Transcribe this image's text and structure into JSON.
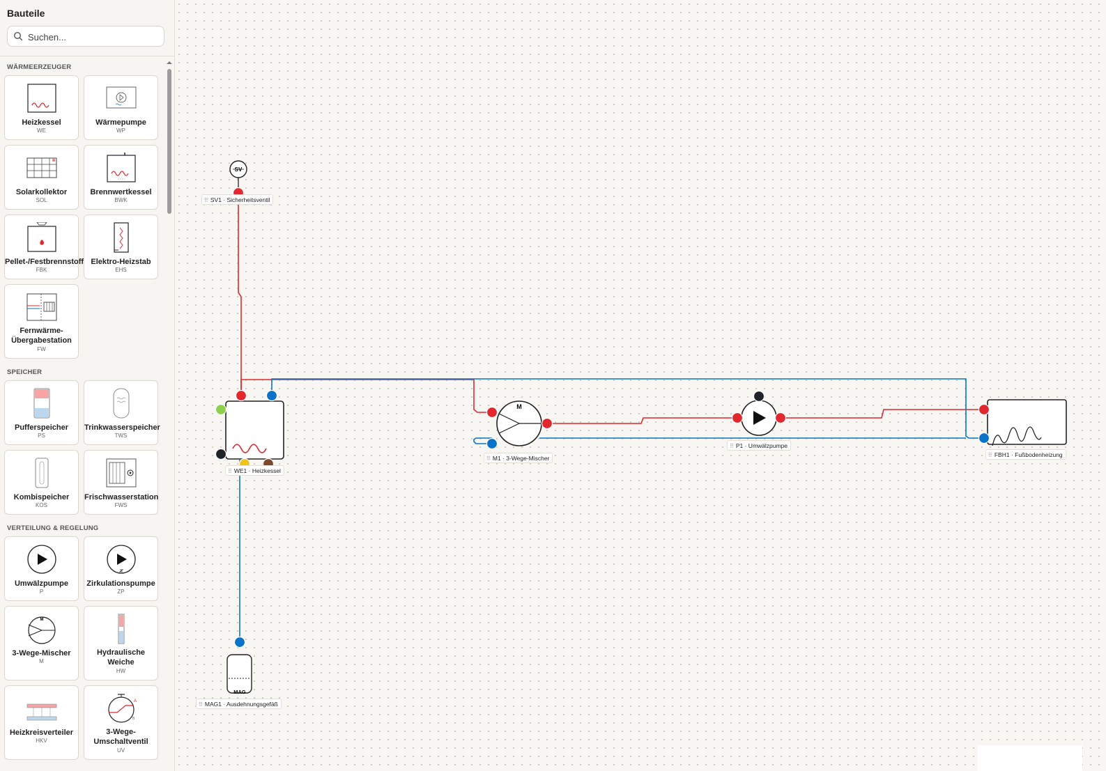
{
  "sidebar": {
    "title": "Bauteile",
    "search_placeholder": "Suchen...",
    "categories": [
      {
        "label": "WÄRMEERZEUGER",
        "items": [
          {
            "name": "Heizkessel",
            "code": "WE",
            "icon": "boiler-icon"
          },
          {
            "name": "Wärmepumpe",
            "code": "WP",
            "icon": "heat-pump-icon"
          },
          {
            "name": "Solarkollektor",
            "code": "SOL",
            "icon": "solar-collector-icon"
          },
          {
            "name": "Brennwertkessel",
            "code": "BWK",
            "icon": "condensing-boiler-icon"
          },
          {
            "name": "Pellet-/Festbrennstoff",
            "code": "FBK",
            "icon": "pellet-boiler-icon"
          },
          {
            "name": "Elektro-Heizstab",
            "code": "EHS",
            "icon": "electric-heater-icon"
          },
          {
            "name_lines": [
              "Fernwärme-",
              "Übergabestation"
            ],
            "code": "FW",
            "icon": "district-heating-icon"
          }
        ]
      },
      {
        "label": "SPEICHER",
        "items": [
          {
            "name": "Pufferspeicher",
            "code": "PS",
            "icon": "buffer-tank-icon"
          },
          {
            "name": "Trinkwasserspeicher",
            "code": "TWS",
            "icon": "dhw-tank-icon"
          },
          {
            "name": "Kombispeicher",
            "code": "KOS",
            "icon": "combi-tank-icon"
          },
          {
            "name": "Frischwasserstation",
            "code": "FWS",
            "icon": "fresh-water-station-icon"
          }
        ]
      },
      {
        "label": "VERTEILUNG & REGELUNG",
        "items": [
          {
            "name": "Umwälzpumpe",
            "code": "P",
            "icon": "pump-icon"
          },
          {
            "name": "Zirkulationspumpe",
            "code": "ZP",
            "icon": "circulation-pump-icon"
          },
          {
            "name": "3-Wege-Mischer",
            "code": "M",
            "icon": "mixer-icon"
          },
          {
            "name_lines": [
              "Hydraulische",
              "Weiche"
            ],
            "code": "HW",
            "icon": "hydraulic-separator-icon"
          },
          {
            "name": "Heizkreisverteiler",
            "code": "HKV",
            "icon": "manifold-icon"
          },
          {
            "name_lines": [
              "3-Wege-",
              "Umschaltventil"
            ],
            "code": "UV",
            "icon": "diverter-valve-icon"
          }
        ]
      }
    ]
  },
  "canvas": {
    "components": [
      {
        "id": "sv1",
        "label": "SV1 · Sicherheitsventil",
        "symbol_text": "SV"
      },
      {
        "id": "we1",
        "label": "WE1 · Heizkessel"
      },
      {
        "id": "m1",
        "label": "M1 · 3-Wege-Mischer",
        "symbol_text": "M"
      },
      {
        "id": "p1",
        "label": "P1 · Umwälzpumpe"
      },
      {
        "id": "fbh1",
        "label": "FBH1 · Fußbodenheizung"
      },
      {
        "id": "mag1",
        "label": "MAG1 · Ausdehnungsgefäß",
        "symbol_text": "MAG"
      }
    ],
    "colors": {
      "supply": "#e2282f",
      "return": "#0a72c8",
      "control": "#1f2328",
      "gas": "#8fd14f",
      "electric": "#f0c419",
      "exhaust": "#7a4a2a"
    }
  }
}
